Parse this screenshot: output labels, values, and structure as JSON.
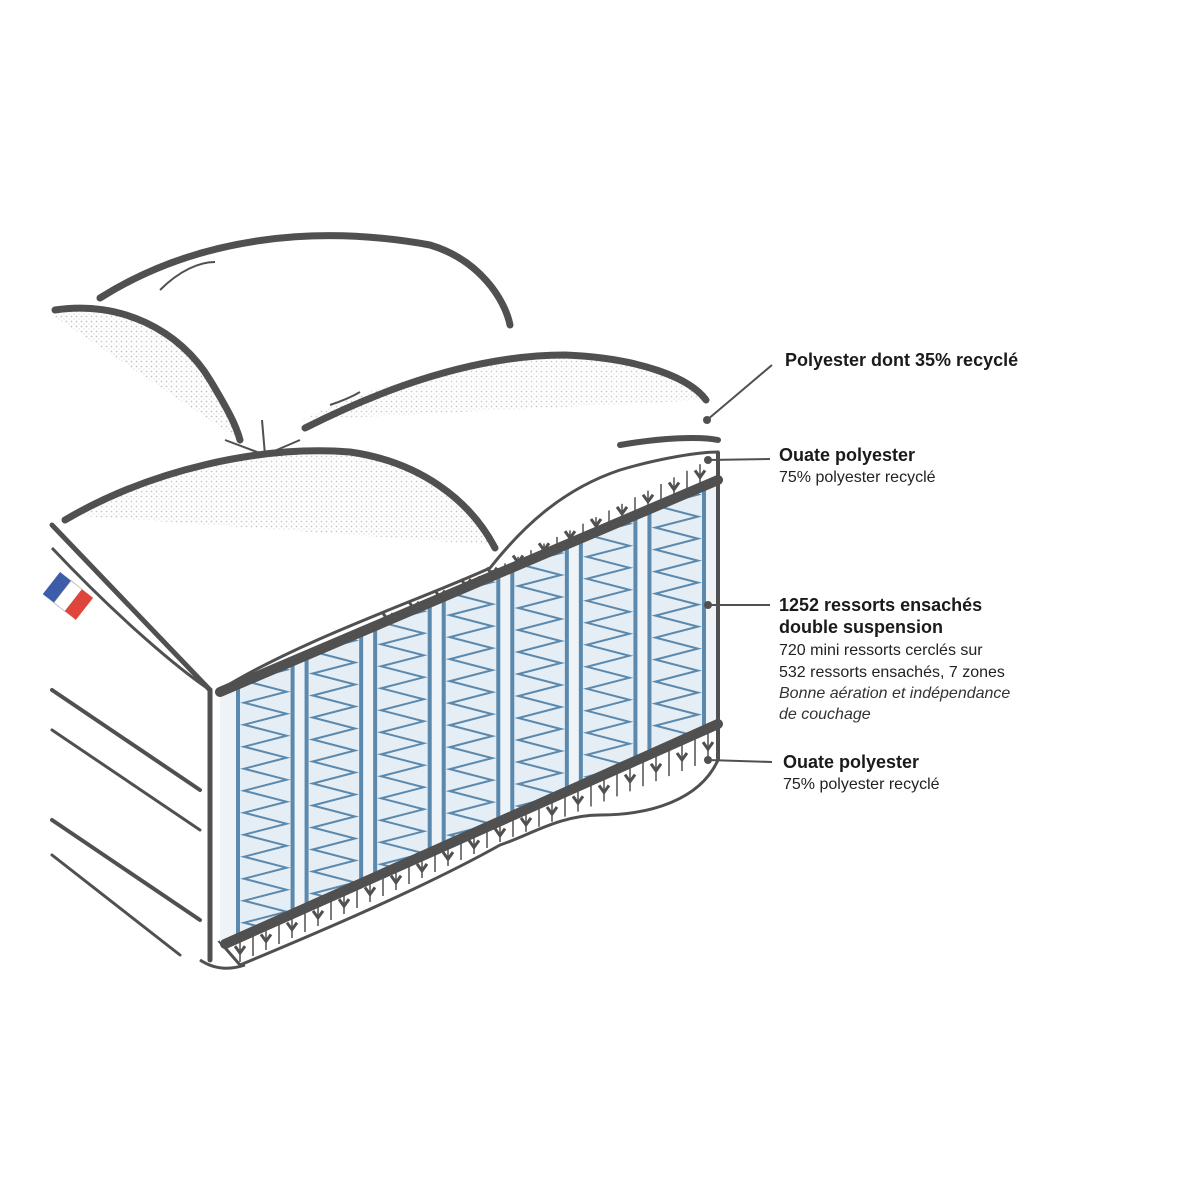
{
  "colors": {
    "outline": "#505050",
    "spring": "#5b89ad",
    "spring_fill": "#e5edf5",
    "stipple": "#9a9a9a",
    "flag_blue": "#3c5da8",
    "flag_red": "#e0453b"
  },
  "labels": {
    "cover": {
      "title": "Polyester dont 35% recyclé"
    },
    "wadding_top": {
      "title": "Ouate polyester",
      "detail": "75% polyester recyclé"
    },
    "springs": {
      "title_line1": "1252 ressorts ensachés",
      "title_line2": "double suspension",
      "detail_line1": "720 mini ressorts cerclés sur",
      "detail_line2": "532 ressorts ensachés, 7 zones",
      "note_line1": "Bonne aération et indépendance",
      "note_line2": "de couchage"
    },
    "wadding_bottom": {
      "title": "Ouate polyester",
      "detail": "75% polyester recyclé"
    }
  }
}
